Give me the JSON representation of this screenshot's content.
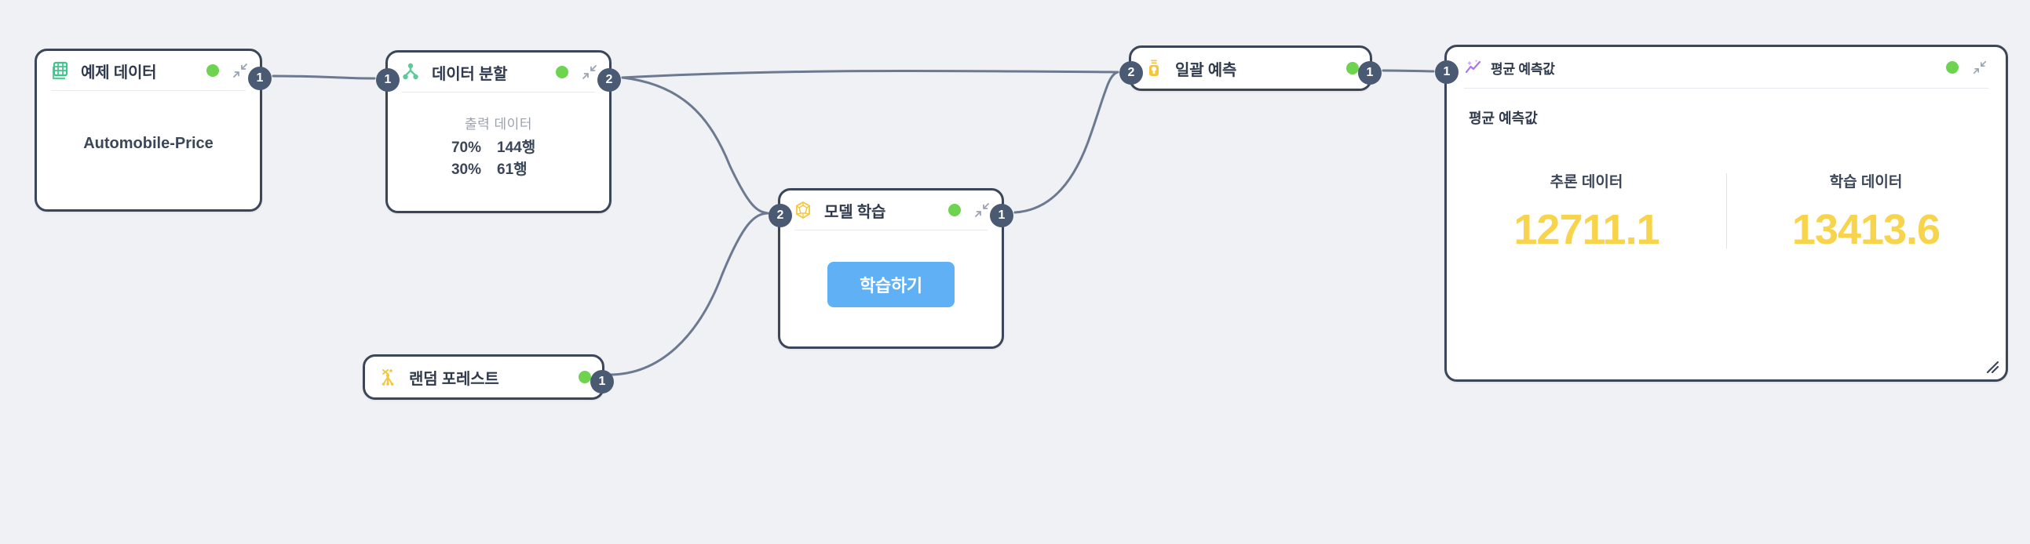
{
  "canvas": {
    "background": "#f0f1f4",
    "edge_color": "#6b7a90",
    "node_border_color": "#3b4758",
    "port_color": "#4a5a72",
    "status_color": "#6ed44f",
    "accent_yellow": "#f8d44c",
    "accent_blue": "#5fb0f5",
    "accent_green": "#5ccb9a",
    "accent_purple": "#a977e8"
  },
  "nodes": {
    "sample_data": {
      "title": "예제 데이터",
      "icon": "table-grid-icon",
      "status": "ready",
      "dataset_name": "Automobile-Price",
      "output_port": "1"
    },
    "data_split": {
      "title": "데이터 분할",
      "icon": "split-branch-icon",
      "status": "ready",
      "caption": "출력 데이터",
      "rows": [
        {
          "percent": "70%",
          "count": "144행"
        },
        {
          "percent": "30%",
          "count": "61행"
        }
      ],
      "input_port": "1",
      "output_port": "2"
    },
    "model_train": {
      "title": "모델 학습",
      "icon": "model-polyhedron-icon",
      "status": "ready",
      "train_button": "학습하기",
      "input_port": "2",
      "output_port": "1"
    },
    "random_forest": {
      "title": "랜덤 포레스트",
      "icon": "random-forest-icon",
      "status": "ready",
      "output_port": "1"
    },
    "batch_predict": {
      "title": "일괄 예측",
      "icon": "prediction-jar-icon",
      "status": "ready",
      "input_port": "2",
      "output_port": "1"
    },
    "result": {
      "title": "평균 예측값",
      "icon": "sparkle-chart-icon",
      "status": "ready",
      "heading": "평균 예측값",
      "input_port": "1",
      "metrics": [
        {
          "label": "추론 데이터",
          "value": "12711.1"
        },
        {
          "label": "학습 데이터",
          "value": "13413.6"
        }
      ]
    }
  },
  "chart_data": {
    "type": "table",
    "title": "평균 예측값",
    "categories": [
      "추론 데이터",
      "학습 데이터"
    ],
    "values": [
      12711.1,
      13413.6
    ]
  }
}
